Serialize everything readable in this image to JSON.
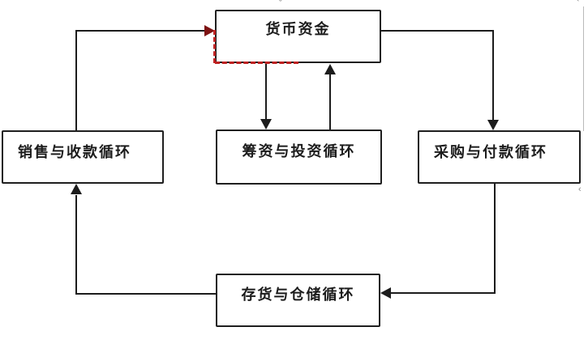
{
  "diagram": {
    "type": "flowchart",
    "nodes": [
      {
        "id": "money",
        "label": "货币资金"
      },
      {
        "id": "sales",
        "label": "销售与收款循环"
      },
      {
        "id": "financing",
        "label": "筹资与投资循环"
      },
      {
        "id": "purchase",
        "label": "采购与付款循环"
      },
      {
        "id": "inventory",
        "label": "存货与仓储循环"
      }
    ],
    "edges": [
      {
        "from": "sales",
        "to": "money",
        "route": "up-then-right",
        "arrow_color": "#7d1212"
      },
      {
        "from": "money",
        "to": "financing",
        "route": "down",
        "arrow_color": "#1c1c1c"
      },
      {
        "from": "financing",
        "to": "money",
        "route": "up",
        "arrow_color": "#1c1c1c"
      },
      {
        "from": "money",
        "to": "purchase",
        "route": "right-then-down",
        "arrow_color": "#1c1c1c"
      },
      {
        "from": "purchase",
        "to": "inventory",
        "route": "down-then-left",
        "arrow_color": "#1c1c1c"
      },
      {
        "from": "inventory",
        "to": "sales",
        "route": "left-then-up",
        "arrow_color": "#1c1c1c"
      }
    ],
    "selection": {
      "node": "money",
      "style": "red-dashed-partial-border"
    }
  },
  "colors": {
    "background": "#ffffff",
    "box_border": "#1f1f1f",
    "connector": "#1c1c1c",
    "entry_arrow_red": "#7d1212",
    "selection_dash_red": "#bf2222",
    "stray_line_gray": "#bababa"
  },
  "artifacts": {
    "caron_top": "ˇ",
    "tick_top_right": "ˋ",
    "angle_right": "‹"
  }
}
